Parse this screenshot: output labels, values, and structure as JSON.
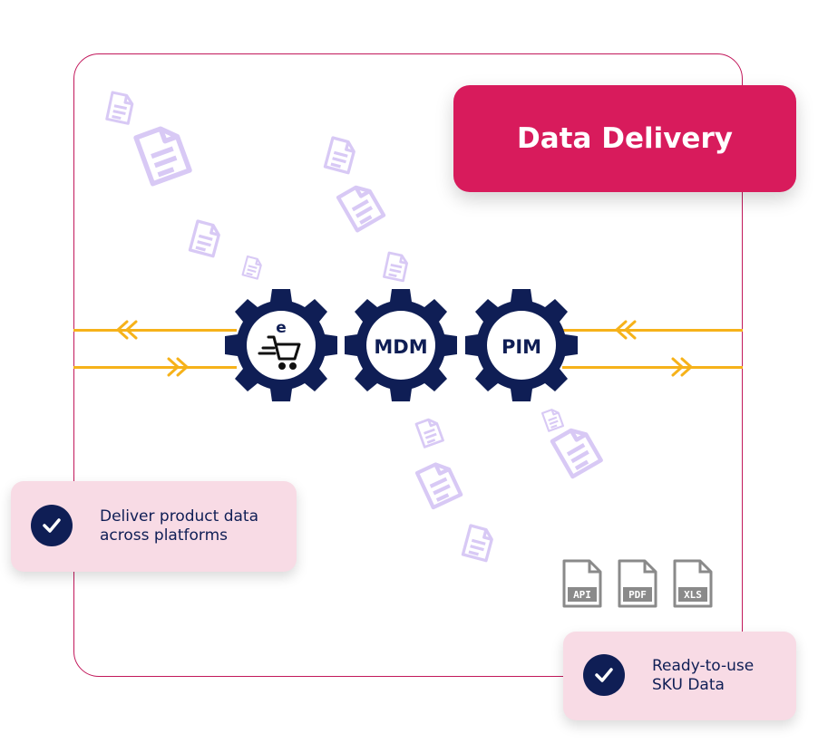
{
  "title": "Data Delivery",
  "gears": [
    {
      "id": "ecommerce",
      "label": "e",
      "icon": "cart-icon"
    },
    {
      "id": "mdm",
      "label": "MDM"
    },
    {
      "id": "pim",
      "label": "PIM"
    }
  ],
  "features": [
    {
      "line1": "Deliver product data",
      "line2": "across platforms"
    },
    {
      "line1": "Ready-to-use",
      "line2": "SKU Data"
    }
  ],
  "formats": [
    "API",
    "PDF",
    "XLS"
  ],
  "colors": {
    "accent": "#d81b5c",
    "navy": "#0f1e55",
    "flow": "#f6b21a",
    "doc": "#d8c9f5",
    "card": "#f8dbe5",
    "format_gray": "#8a8a8a"
  }
}
